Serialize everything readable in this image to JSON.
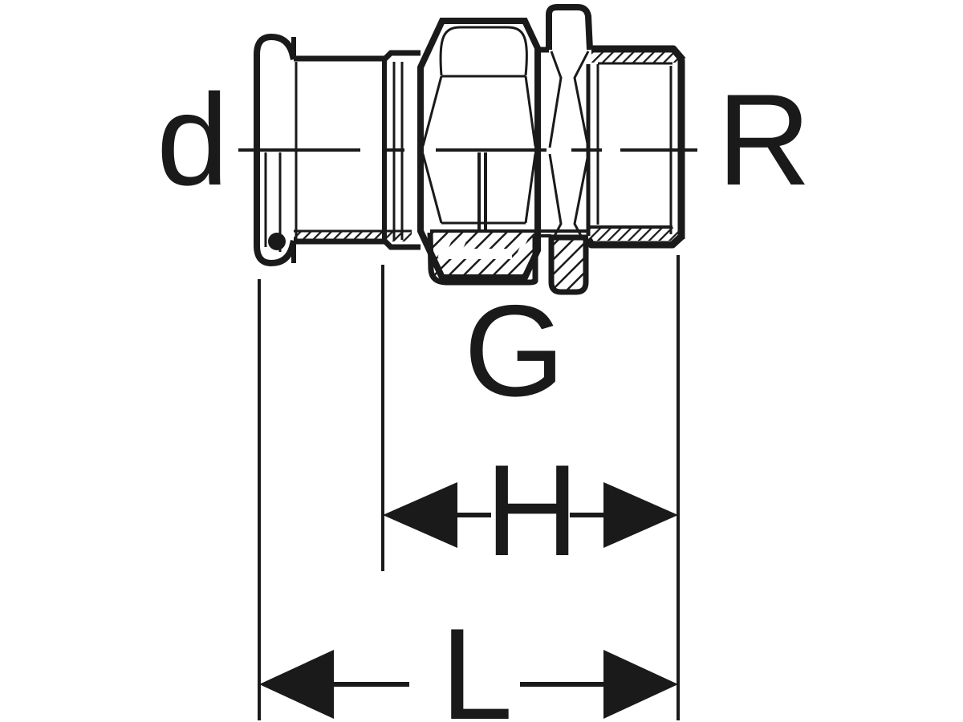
{
  "drawing": {
    "kind": "technical-dimension-drawing",
    "labels": {
      "press_end_diameter": "d",
      "male_thread": "R",
      "union_thread": "G",
      "dim_h": "H",
      "dim_l": "L"
    },
    "colors": {
      "line": "#1a1a1a",
      "background": "#ffffff"
    }
  }
}
